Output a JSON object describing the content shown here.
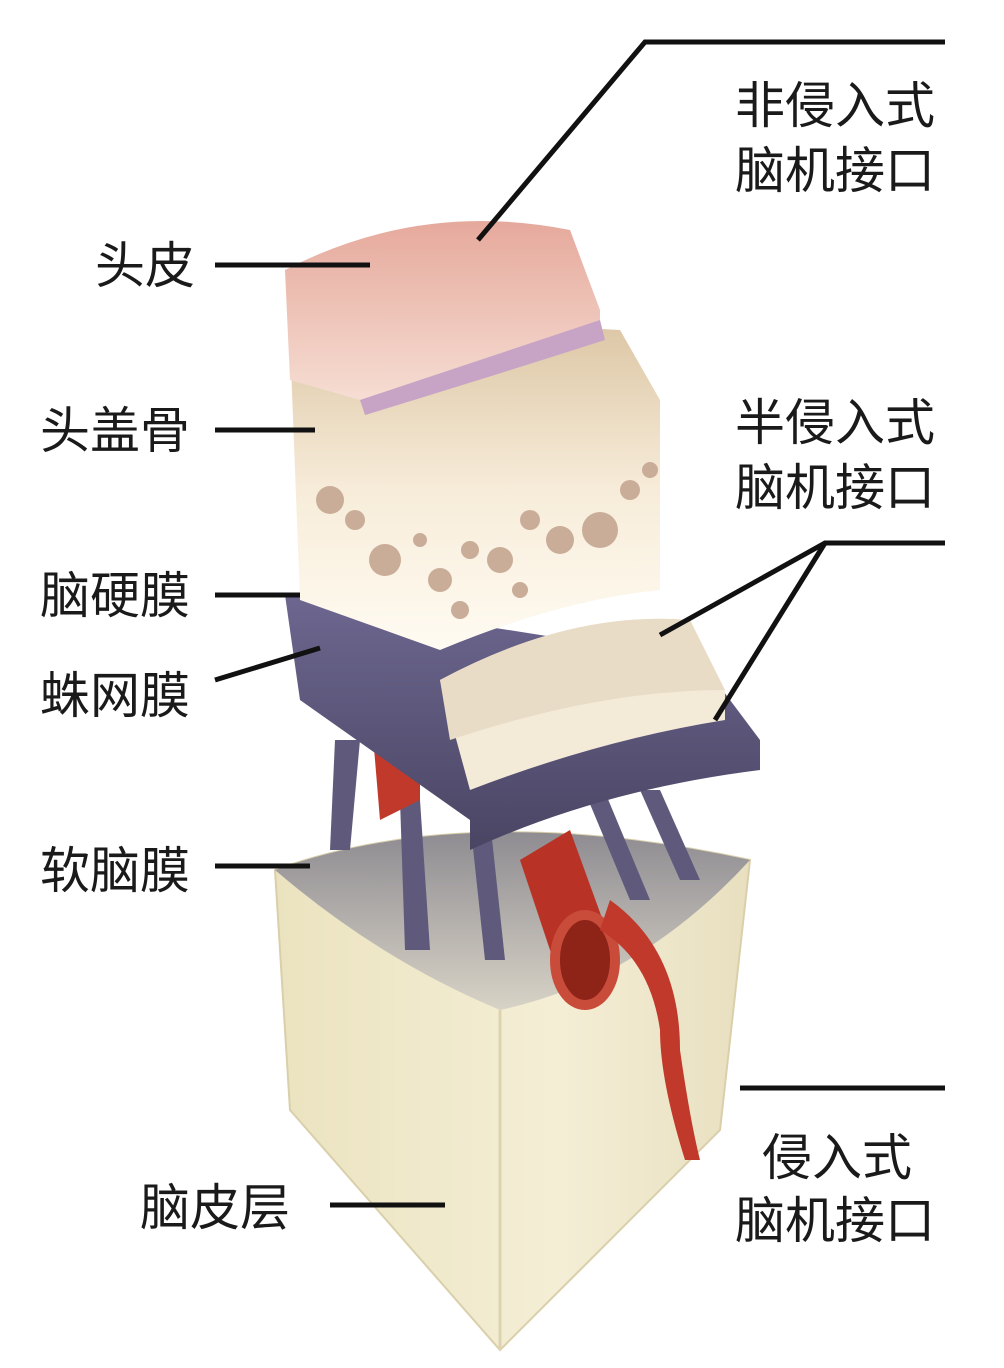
{
  "labels": {
    "scalp": "头皮",
    "skull": "头盖骨",
    "dura": "脑硬膜",
    "arachnoid": "蛛网膜",
    "pia": "软脑膜",
    "cortex": "脑皮层"
  },
  "interfaces": {
    "non_invasive": [
      "非侵入式",
      "脑机接口"
    ],
    "semi_invasive": [
      "半侵入式",
      "脑机接口"
    ],
    "invasive": [
      "侵入式",
      "脑机接口"
    ]
  },
  "colors": {
    "scalp": "#e8b3a6",
    "skull": "#f3e6cf",
    "arachnoid": "#5b5577",
    "vessel": "#c0392b",
    "cortex": "#f1ead0"
  }
}
